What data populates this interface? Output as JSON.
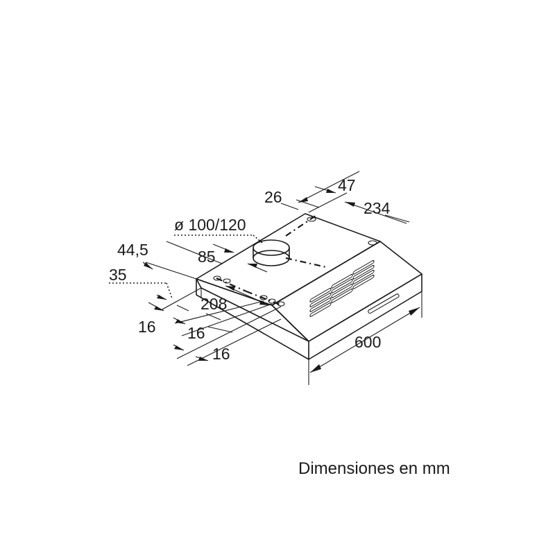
{
  "dimensions": {
    "d26": "26",
    "d47": "47",
    "d234": "234",
    "diameter": "ø 100/120",
    "d85": "85",
    "d44_5": "44,5",
    "d35": "35",
    "d208": "208",
    "d16_left": "16",
    "d16_middle": "16",
    "d16_bottom": "16",
    "d600": "600"
  },
  "caption": "Dimensiones en mm"
}
